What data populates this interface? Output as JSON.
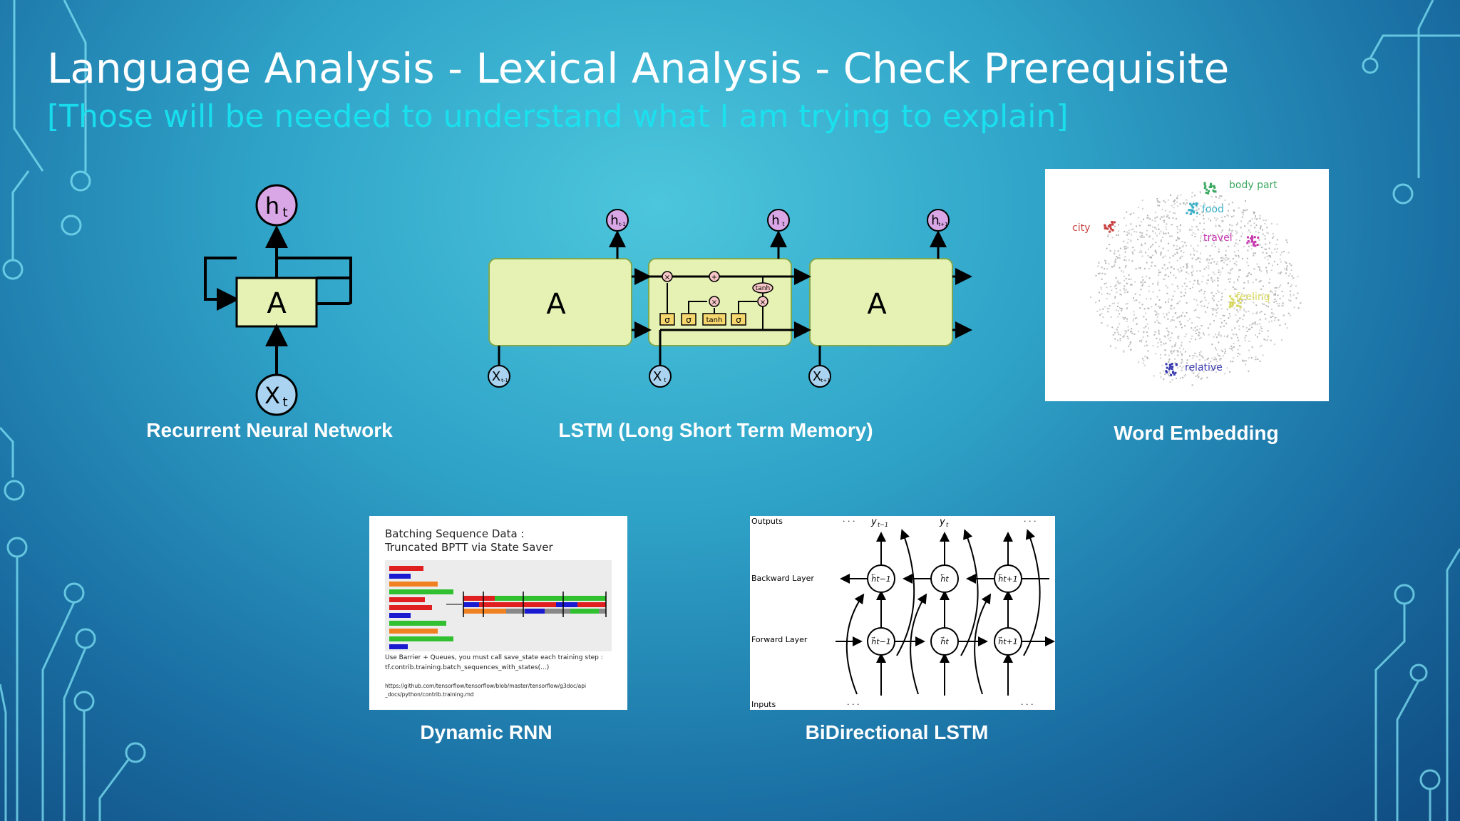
{
  "slide": {
    "title": "Language Analysis - Lexical Analysis - Check Prerequisite",
    "subtitle": "[Those will be needed to understand what I am trying to explain]"
  },
  "rnn": {
    "caption": "Recurrent Neural Network",
    "cell_label": "A",
    "output_label": "h",
    "output_sub": "t",
    "input_label": "X",
    "input_sub": "t"
  },
  "lstm": {
    "caption": "LSTM (Long Short Term Memory)",
    "cell_label": "A",
    "outputs": [
      {
        "label": "h",
        "sub": "t-1"
      },
      {
        "label": "h",
        "sub": "t"
      },
      {
        "label": "h",
        "sub": "t+1"
      }
    ],
    "inputs": [
      {
        "label": "X",
        "sub": "t-1"
      },
      {
        "label": "X",
        "sub": "t"
      },
      {
        "label": "X",
        "sub": "t+1"
      }
    ],
    "gates": [
      "σ",
      "σ",
      "tanh",
      "σ"
    ],
    "ops": [
      "×",
      "+",
      "×",
      "×",
      "tanh"
    ]
  },
  "word_embedding": {
    "caption": "Word Embedding",
    "clusters": [
      "body part",
      "food",
      "city",
      "travel",
      "feeling",
      "relative"
    ]
  },
  "dynamic_rnn": {
    "caption": "Dynamic RNN",
    "heading_line1": "Batching Sequence Data :",
    "heading_line2": "Truncated BPTT via State Saver",
    "note_line1": "Use Barrier + Queues, you must call save_state each training step :",
    "note_line2": "tf.contrib.training.batch_sequences_with_states(...)",
    "url_line1": "https://github.com/tensorflow/tensorflow/blob/master/tensorflow/g3doc/api",
    "url_line2": "_docs/python/contrib.training.md"
  },
  "bilstm": {
    "caption": "BiDirectional LSTM",
    "outputs_label": "Outputs",
    "backward_label": "Backward Layer",
    "forward_label": "Forward Layer",
    "inputs_label": "Inputs",
    "y_prev": "y",
    "y_prev_sub": "t−1",
    "y_cur": "y",
    "y_cur_sub": "t",
    "dots": "· · ·",
    "backward_nodes": [
      "h⃖t−1",
      "h⃖t",
      "h⃖t+1"
    ],
    "forward_nodes": [
      "h⃗t−1",
      "h⃗t",
      "h⃗t+1"
    ]
  },
  "colors": {
    "background": "#2fa3c8",
    "subtitle": "#17e6f2",
    "cell_fill": "#e6f2b4",
    "output_node": "#d9a6e6",
    "input_node": "#a9d3f0"
  }
}
